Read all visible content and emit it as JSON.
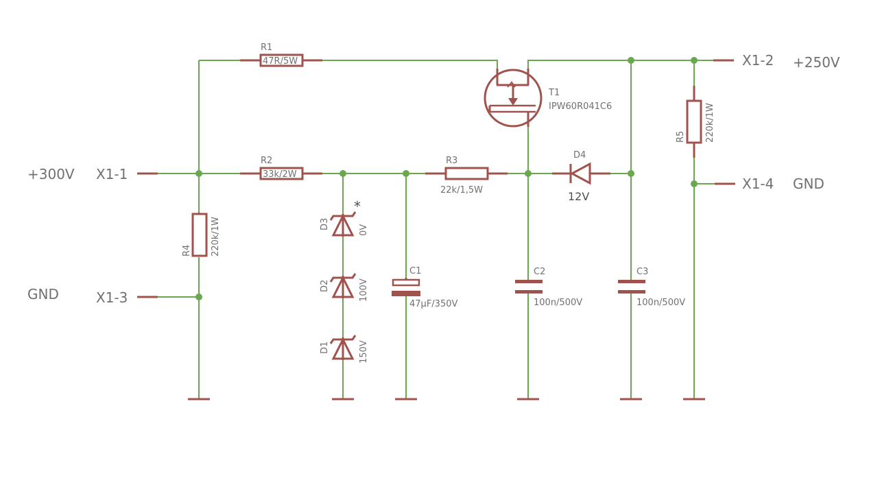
{
  "connectors": {
    "x1_1": "X1-1",
    "x1_2": "X1-2",
    "x1_3": "X1-3",
    "x1_4": "X1-4"
  },
  "rails": {
    "in": "+300V",
    "out": "+250V",
    "gnd_left": "GND",
    "gnd_right": "GND"
  },
  "parts": {
    "r1": {
      "name": "R1",
      "value": "47R/5W"
    },
    "r2": {
      "name": "R2",
      "value": "33k/2W"
    },
    "r3": {
      "name": "R3",
      "value": "22k/1,5W"
    },
    "r4": {
      "name": "R4",
      "value": "220k/1W"
    },
    "r5": {
      "name": "R5",
      "value": "220k/1W"
    },
    "t1": {
      "name": "T1",
      "value": "IPW60R041C6"
    },
    "d1": {
      "name": "D1",
      "value": "150V"
    },
    "d2": {
      "name": "D2",
      "value": "100V"
    },
    "d3": {
      "name": "D3",
      "value": "0V",
      "mark": "*"
    },
    "d4": {
      "name": "D4",
      "value": "12V"
    },
    "c1": {
      "name": "C1",
      "value": "47µF/350V"
    },
    "c2": {
      "name": "C2",
      "value": "100n/500V"
    },
    "c3": {
      "name": "C3",
      "value": "100n/500V"
    }
  },
  "colors": {
    "wire": "#6aa84f",
    "part": "#a0524d",
    "text": "#707070"
  }
}
